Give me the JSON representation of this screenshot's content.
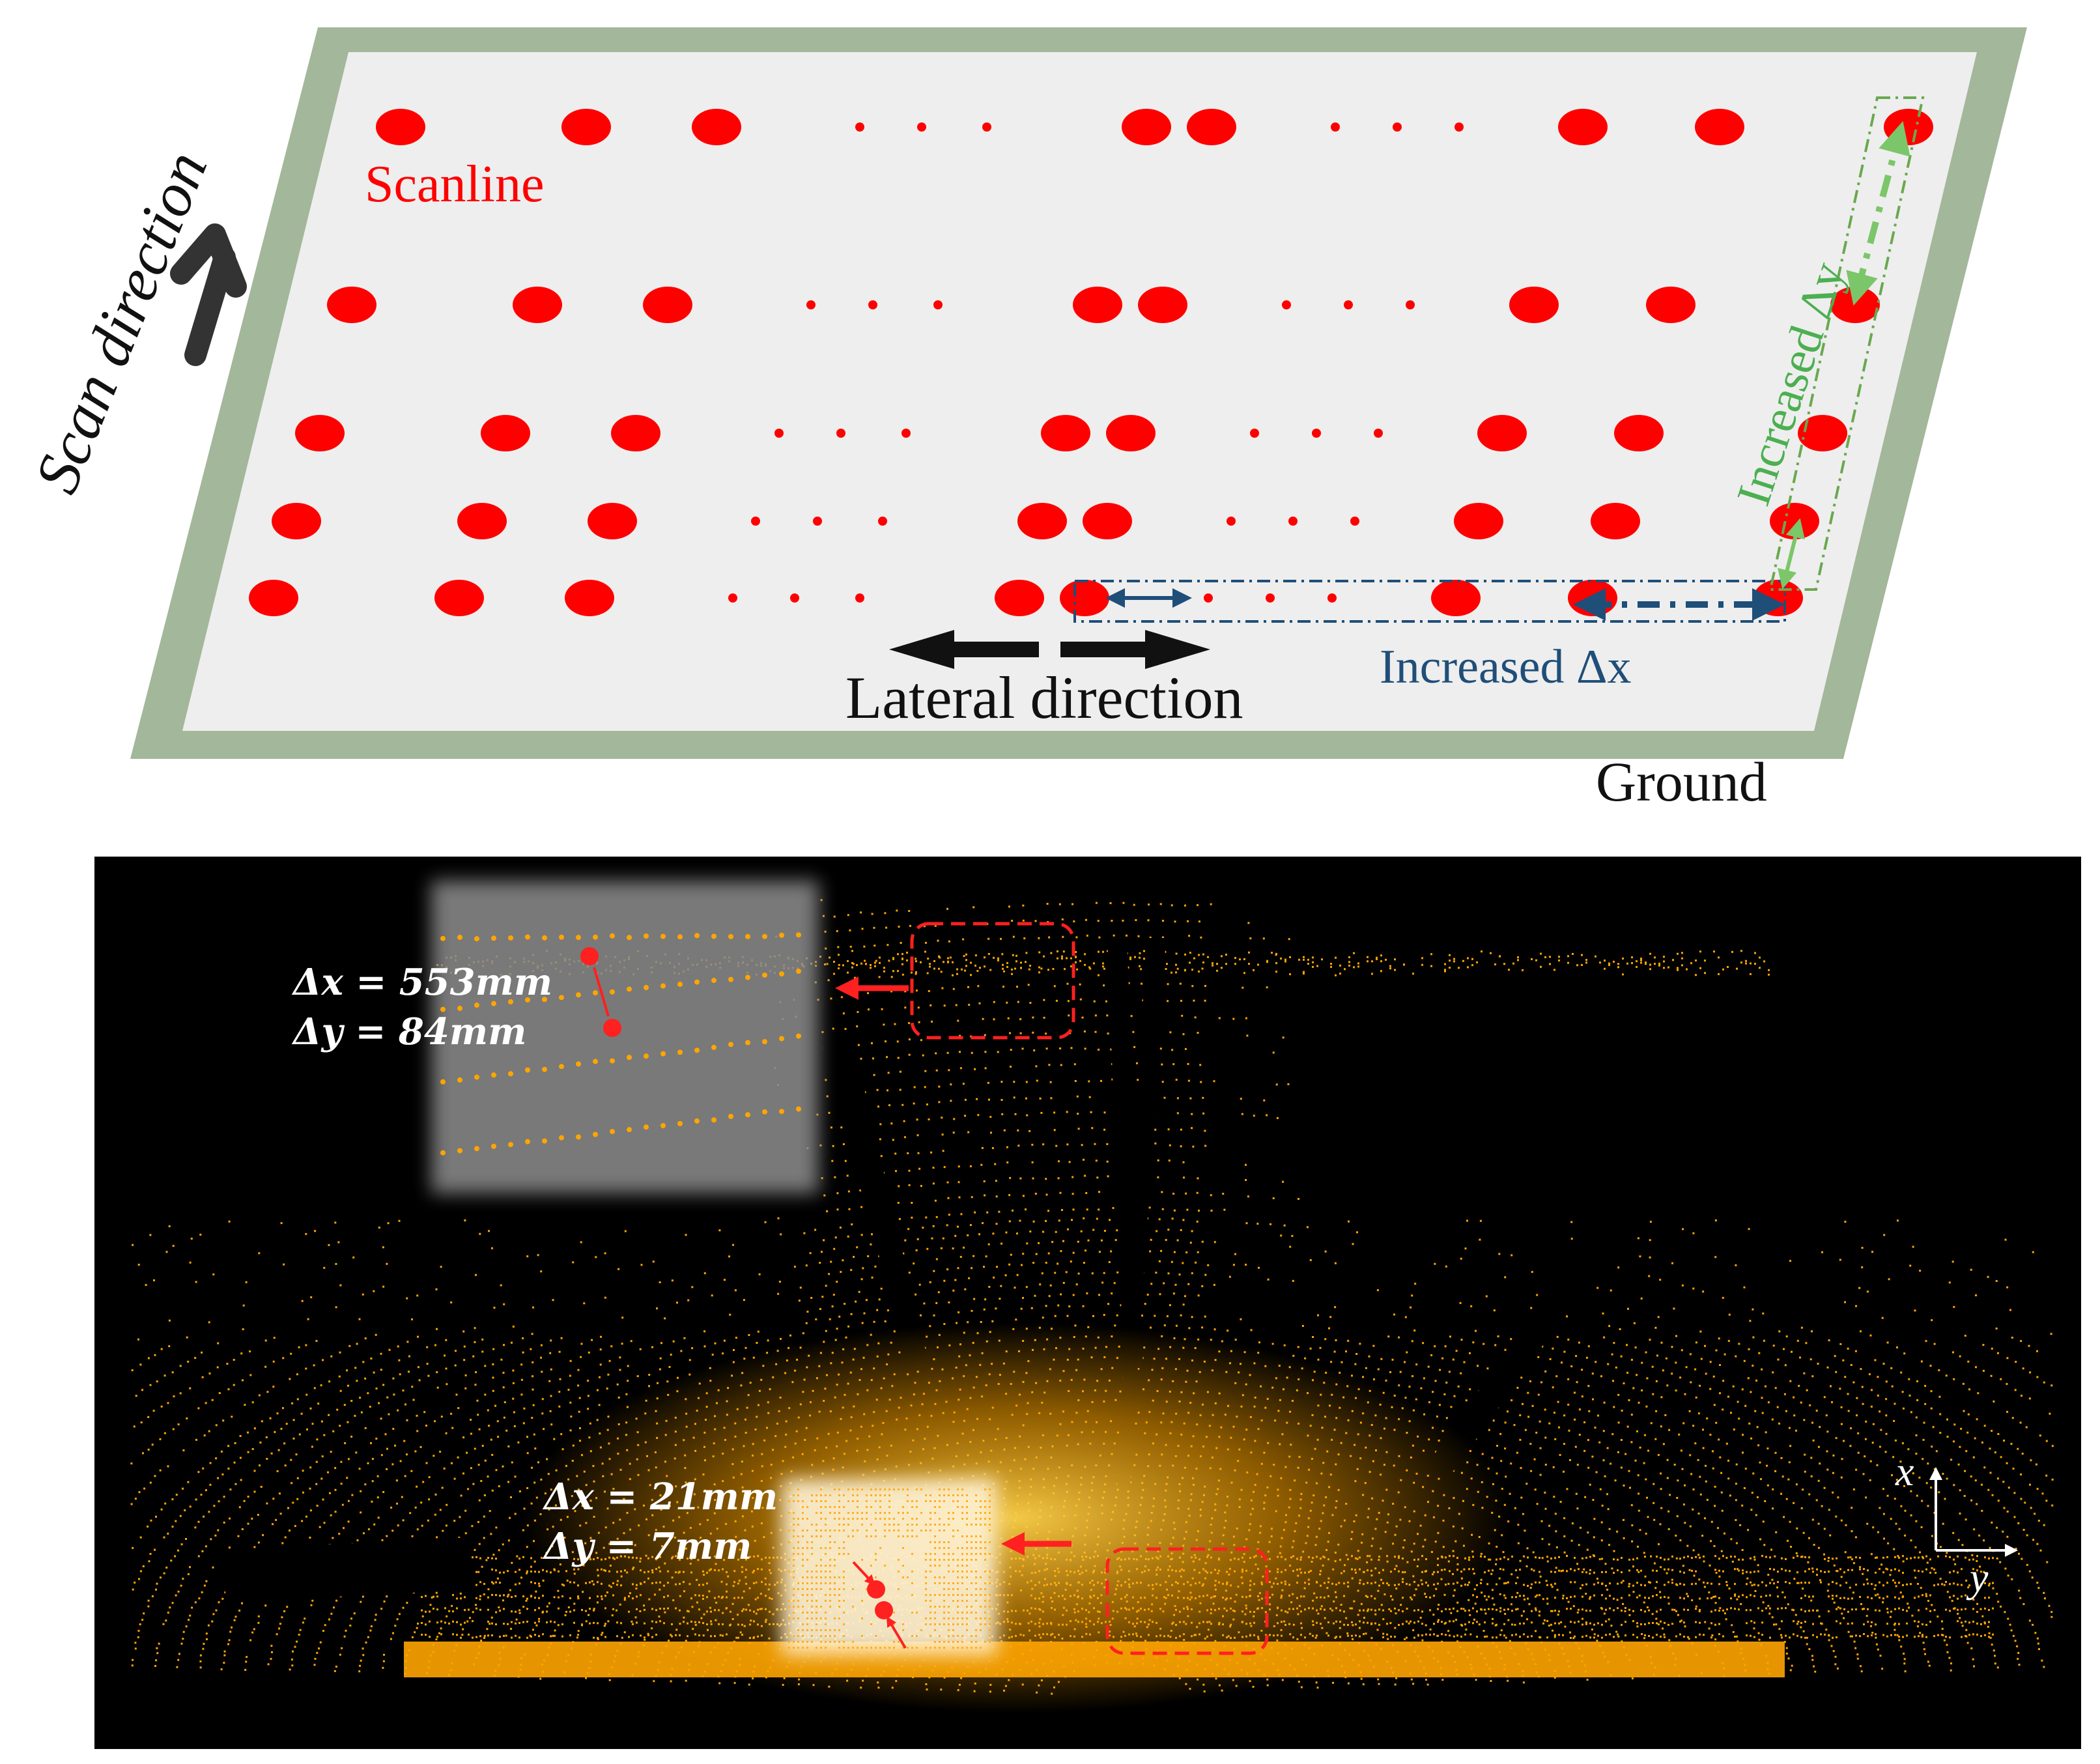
{
  "labels": {
    "scanline": "Scanline",
    "scan_direction": "Scan direction",
    "lateral_direction": "Lateral direction",
    "increased_dx": "Increased Δx",
    "increased_dy": "Increased Δy",
    "ground": "Ground"
  },
  "measurements": {
    "far": {
      "dx": "Δx = 553mm",
      "dy": "Δy = 84mm"
    },
    "near": {
      "dx": "Δx = 21mm",
      "dy": "Δy = 7mm"
    }
  },
  "axes": {
    "x": "x",
    "y": "y"
  },
  "colors": {
    "point": "#ff0000",
    "ground_fill": "#eeeeee",
    "ground_border": "#a3b79a",
    "dx_arrow": "#1f4e79",
    "dy_arrow": "#7cc66a",
    "cloud": "#ffa500",
    "cloud_background": "#000000"
  },
  "icons": [
    "scan-direction-arrow-icon",
    "lateral-direction-arrow-icon",
    "axis-icon"
  ]
}
